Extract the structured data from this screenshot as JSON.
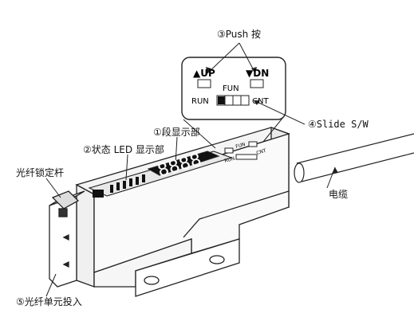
{
  "labels": {
    "push": "③Push 按",
    "segment_display": "①段显示部",
    "status_led": "②状态 LED 显示部",
    "slide_sw": "④Slide S/W",
    "fiber_lock": "光纤锁定杆",
    "cable": "电缆",
    "fiber_insert": "⑤光纤单元投入"
  },
  "inset": {
    "up": "▲UP",
    "dn": "▼DN",
    "fun": "FUN",
    "run": "RUN",
    "cnt": "CNT"
  },
  "device": {
    "digits": "8888",
    "body_fun": "FUN",
    "body_run": "RUN",
    "body_cnt": "CNT"
  }
}
